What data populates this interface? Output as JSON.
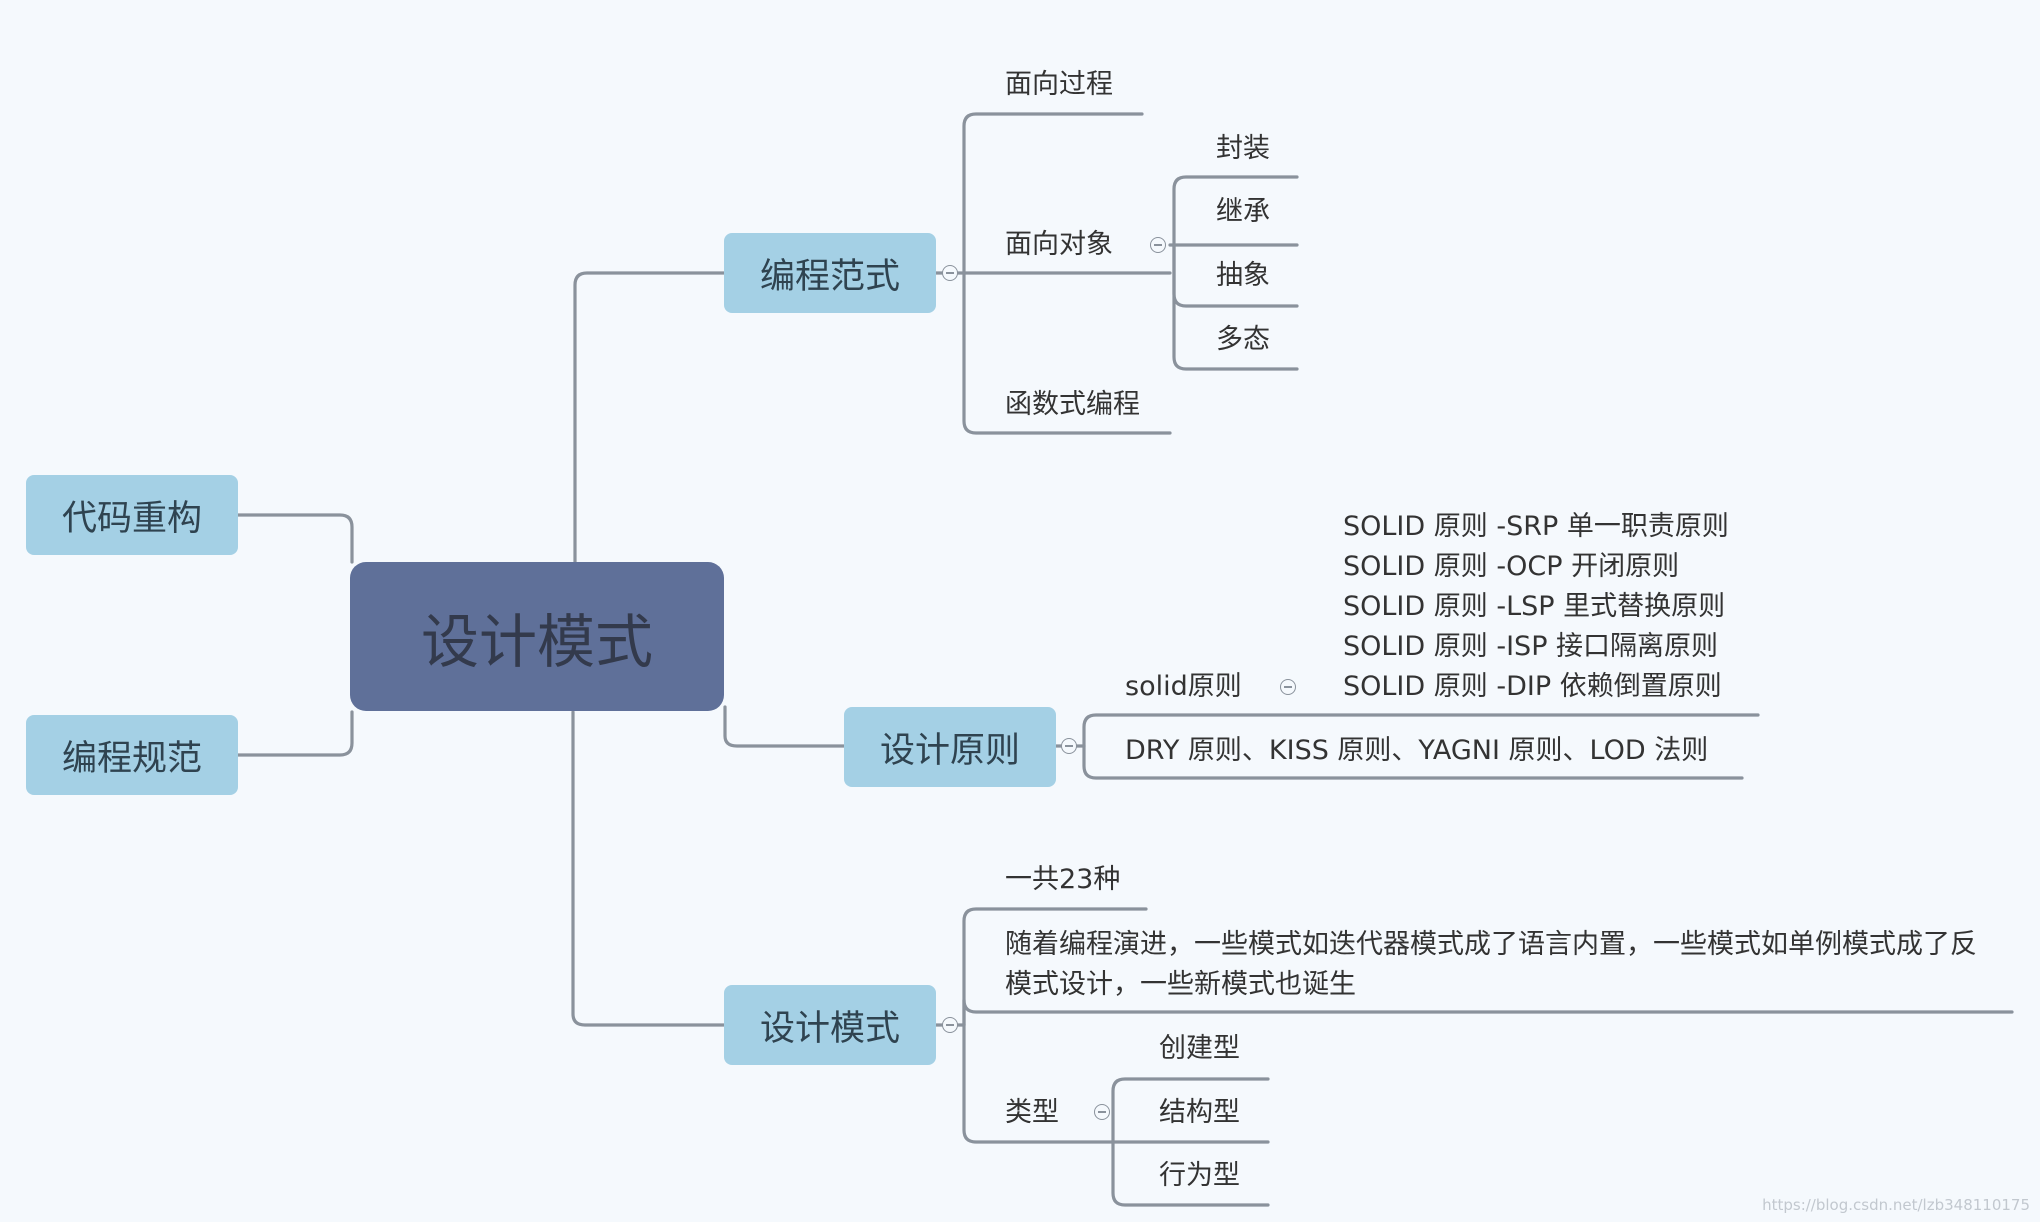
{
  "center": "设计模式",
  "left_branches": [
    "代码重构",
    "编程规范"
  ],
  "paradigm": {
    "title": "编程范式",
    "items": [
      "面向过程",
      "面向对象",
      "函数式编程"
    ],
    "oop_items": [
      "封装",
      "继承",
      "抽象",
      "多态"
    ]
  },
  "principles": {
    "title": "设计原则",
    "solid_label": "solid原则",
    "solid_items": [
      "SOLID 原则 -SRP 单一职责原则",
      "SOLID 原则 -OCP 开闭原则",
      "SOLID 原则 -LSP 里式替换原则",
      "SOLID 原则 -ISP 接口隔离原则",
      "SOLID 原则 -DIP 依赖倒置原则"
    ],
    "other": "DRY 原则、KISS 原则、YAGNI 原则、LOD 法则"
  },
  "patterns": {
    "title": "设计模式",
    "count": "一共23种",
    "evolution": "随着编程演进，一些模式如迭代器模式成了语言内置，一些模式如单例模式成了反模式设计，一些新模式也诞生",
    "types_label": "类型",
    "types": [
      "创建型",
      "结构型",
      "行为型"
    ]
  },
  "watermark": "https://blog.csdn.net/lzb348110175"
}
